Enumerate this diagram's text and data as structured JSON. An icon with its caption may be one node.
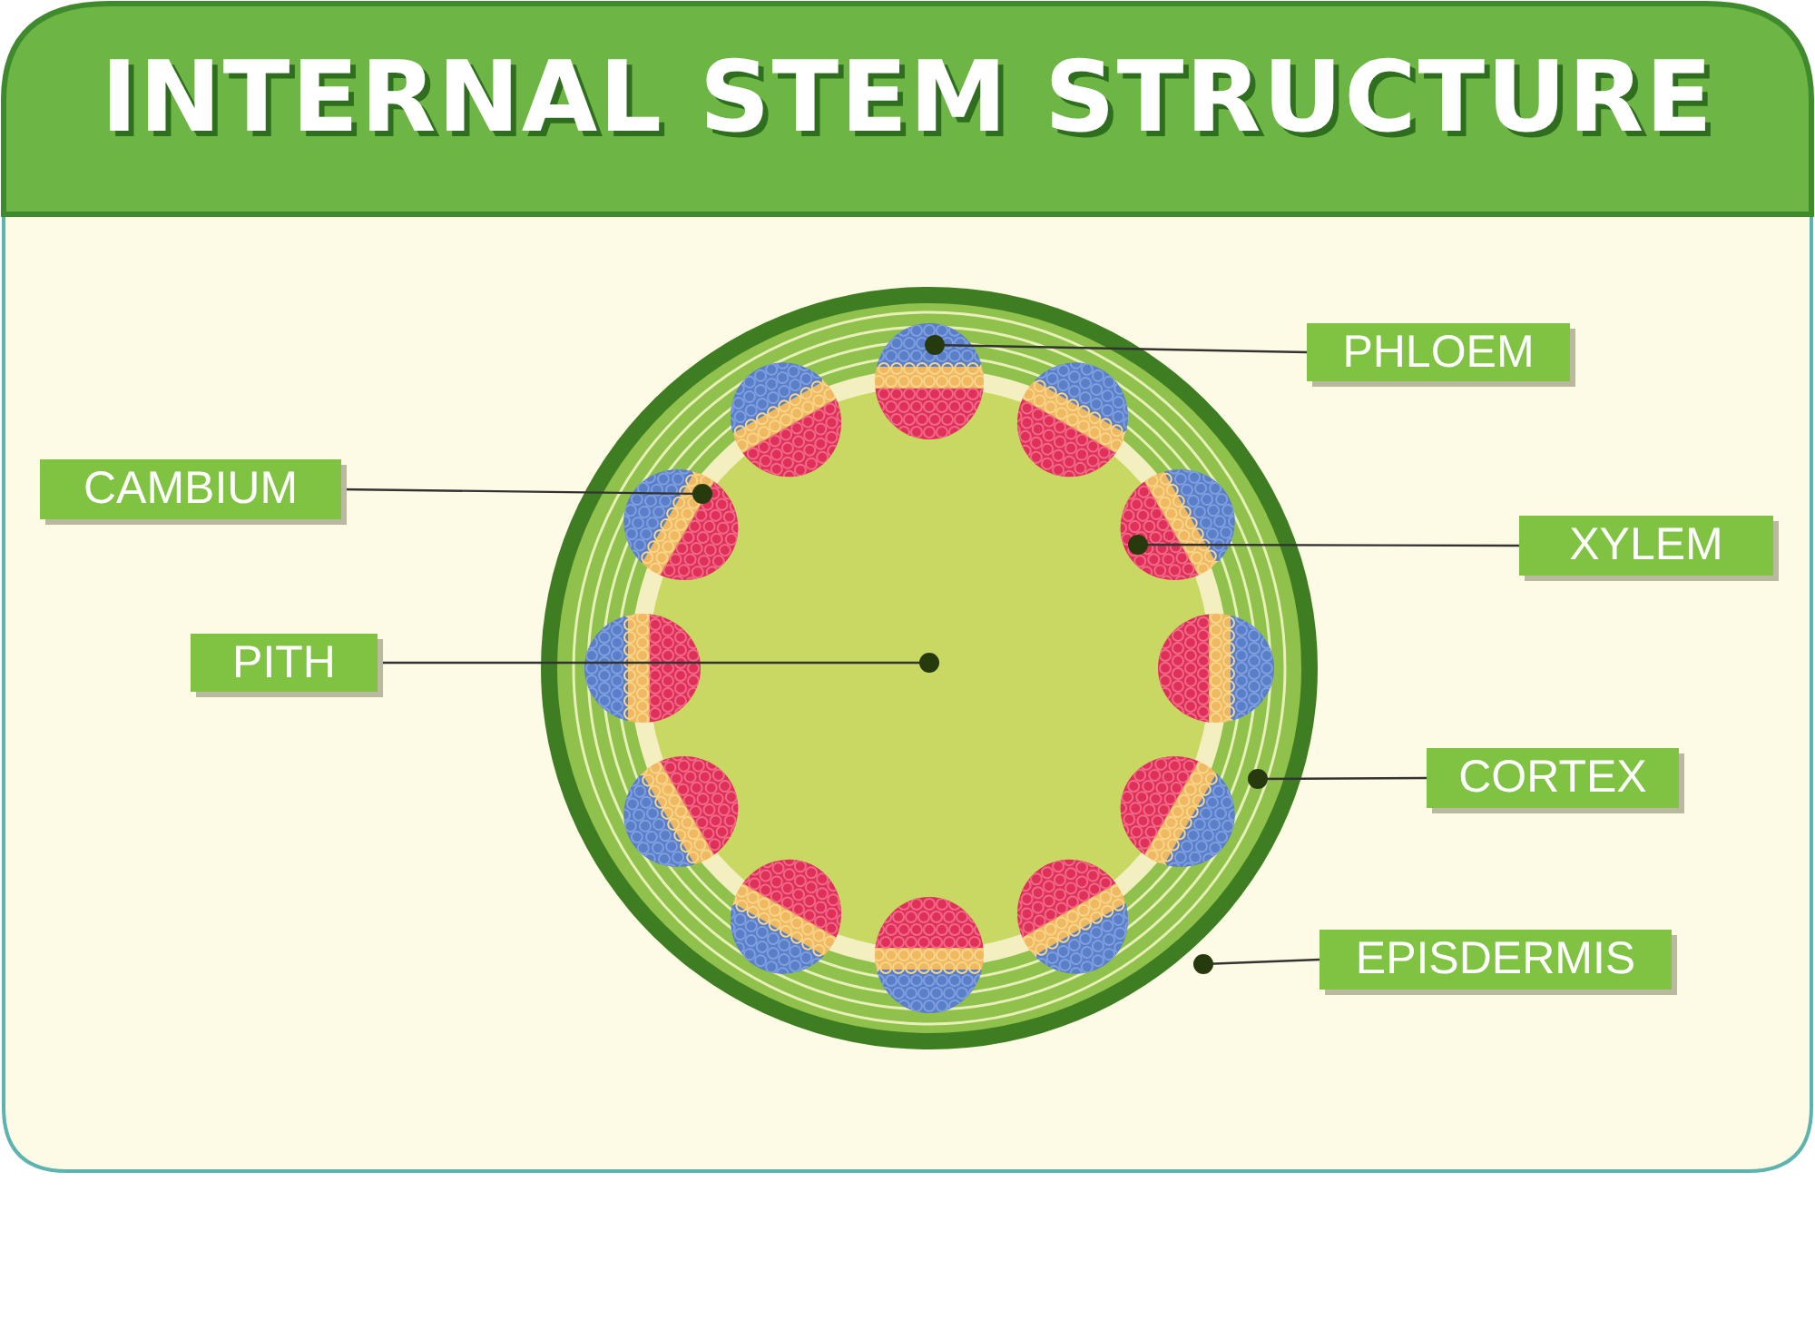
{
  "diagram": {
    "title": "INTERNAL STEM STRUCTURE",
    "nodes": [
      {
        "text": [
          "PHLOEM"
        ]
      },
      {
        "text": [
          "CAMBIUM"
        ]
      },
      {
        "text": [
          "XYLEM"
        ]
      },
      {
        "text": [
          "PITH"
        ]
      },
      {
        "text": [
          "CORTEX"
        ]
      },
      {
        "text": [
          "EPISDERMIS"
        ]
      }
    ],
    "edges": [
      {
        "from": 0,
        "to": null,
        "arrow": "other"
      },
      {
        "from": 1,
        "to": null,
        "arrow": "other"
      },
      {
        "from": 2,
        "to": null,
        "arrow": "other"
      },
      {
        "from": 3,
        "to": null,
        "arrow": "other"
      },
      {
        "from": 4,
        "to": null,
        "arrow": "other"
      },
      {
        "from": 5,
        "to": null,
        "arrow": "other"
      }
    ]
  }
}
